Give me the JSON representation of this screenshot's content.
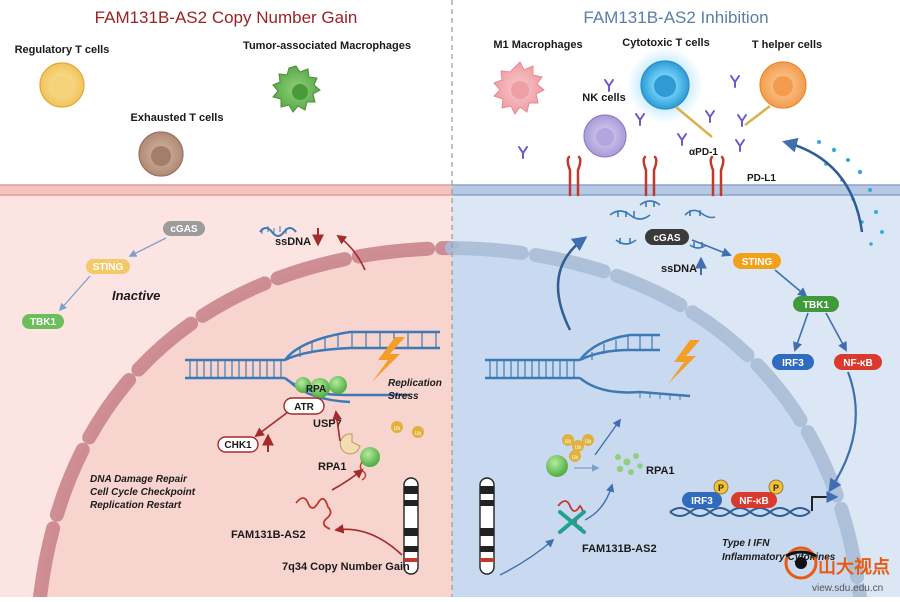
{
  "left": {
    "title": "FAM131B-AS2 Copy Number Gain",
    "cells": {
      "regulatory_t": "Regulatory T cells",
      "tam": "Tumor-associated Macrophages",
      "exhausted_t": "Exhausted T cells"
    },
    "pills": {
      "cgas": "cGAS",
      "sting": "STING",
      "tbk1": "TBK1"
    },
    "inactive": "Inactive",
    "ssdna": "ssDNA",
    "rpa": "RPA",
    "atr": "ATR",
    "replication_stress_1": "Replication",
    "replication_stress_2": "Stress",
    "chk1": "CHK1",
    "usp7": "USP7",
    "rpa1": "RPA1",
    "outcomes": [
      "DNA Damage Repair",
      "Cell Cycle Checkpoint",
      "Replication Restart"
    ],
    "lnc": "FAM131B-AS2",
    "cn_gain": "7q34  Copy Number Gain"
  },
  "right": {
    "title": "FAM131B-AS2 Inhibition",
    "cells": {
      "m1": "M1 Macrophages",
      "ctl": "Cytotoxic T cells",
      "th": "T helper cells",
      "nk": "NK cells"
    },
    "apd1": "αPD-1",
    "pdl1": "PD-L1",
    "pills": {
      "cgas": "cGAS",
      "sting": "STING",
      "tbk1": "TBK1",
      "irf3": "IRF3",
      "nfkb": "NF-κB"
    },
    "ssdna": "ssDNA",
    "rpa1": "RPA1",
    "lnc": "FAM131B-AS2",
    "ub": "Ub",
    "p": "P",
    "output_1": "Type I IFN",
    "output_2": "Inflammatory Cytokines"
  },
  "watermark": {
    "brand": "山大视点",
    "url": "view.sdu.edu.cn"
  },
  "colors": {
    "left_title": "#9b2226",
    "right_title": "#5a7ea8",
    "left_bg": "#fbe4e1",
    "right_bg": "#dce7f5",
    "dna": "#3d7ab5",
    "red_arrow": "#a52a2a",
    "blue_arrow": "#3f6fb0"
  }
}
